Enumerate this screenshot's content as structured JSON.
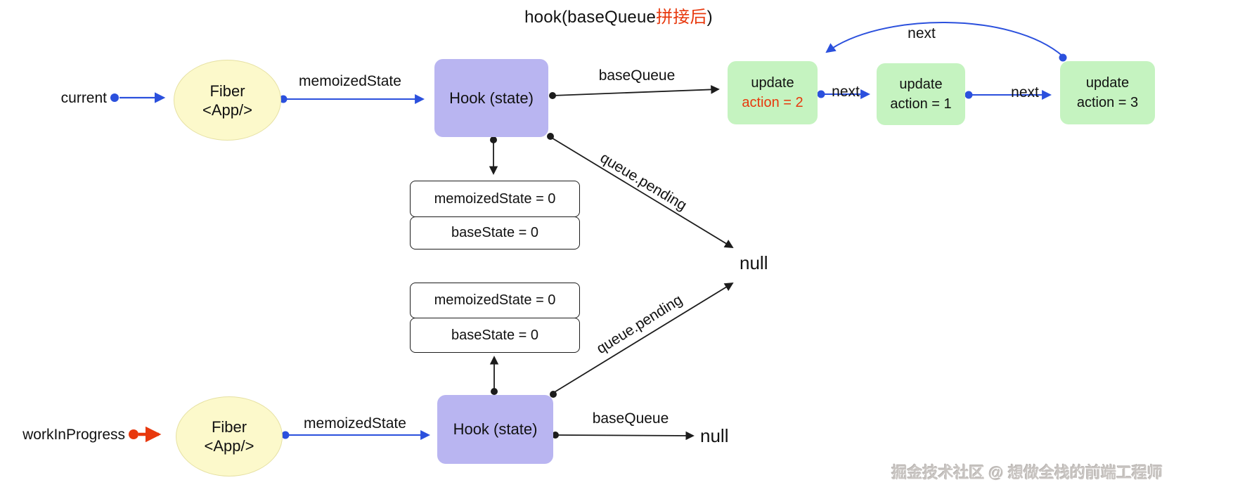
{
  "colors": {
    "arrow_blue": "#2b50dd",
    "accent_red": "#e8380d",
    "node_yellow": "#fcf9cb",
    "node_lavender": "#b9b5f1",
    "node_green": "#c5f3c0",
    "text_black": "#111111",
    "watermark_gray": "#c9c5c2"
  },
  "title": {
    "prefix": "hook(baseQueue",
    "highlight": "拼接后",
    "suffix": ")"
  },
  "current_tree": {
    "pointer_label": "current",
    "fiber_node": {
      "line1": "Fiber",
      "line2": "<App/>"
    },
    "edge_memoized_state": "memoizedState",
    "hook_node": "Hook (state)",
    "edge_base_queue": "baseQueue",
    "updates": [
      {
        "title": "update",
        "action": "action = 2"
      },
      {
        "title": "update",
        "action": "action = 1"
      },
      {
        "title": "update",
        "action": "action = 3"
      }
    ],
    "edge_next_1": "next",
    "edge_next_2": "next",
    "edge_next_wrap": "next",
    "fields": [
      {
        "label": "memoizedState = 0"
      },
      {
        "label": "baseState = 0"
      }
    ],
    "edge_queue_pending": "queue.pending",
    "null_label": "null"
  },
  "wip_tree": {
    "pointer_label": "workInProgress",
    "fiber_node": {
      "line1": "Fiber",
      "line2": "<App/>"
    },
    "edge_memoized_state": "memoizedState",
    "hook_node": "Hook (state)",
    "fields": [
      {
        "label": "memoizedState = 0"
      },
      {
        "label": "baseState = 0"
      }
    ],
    "edge_queue_pending": "queue.pending",
    "edge_base_queue": "baseQueue",
    "null_label": "null"
  },
  "watermark": "掘金技术社区 @ 想做全栈的前端工程师"
}
